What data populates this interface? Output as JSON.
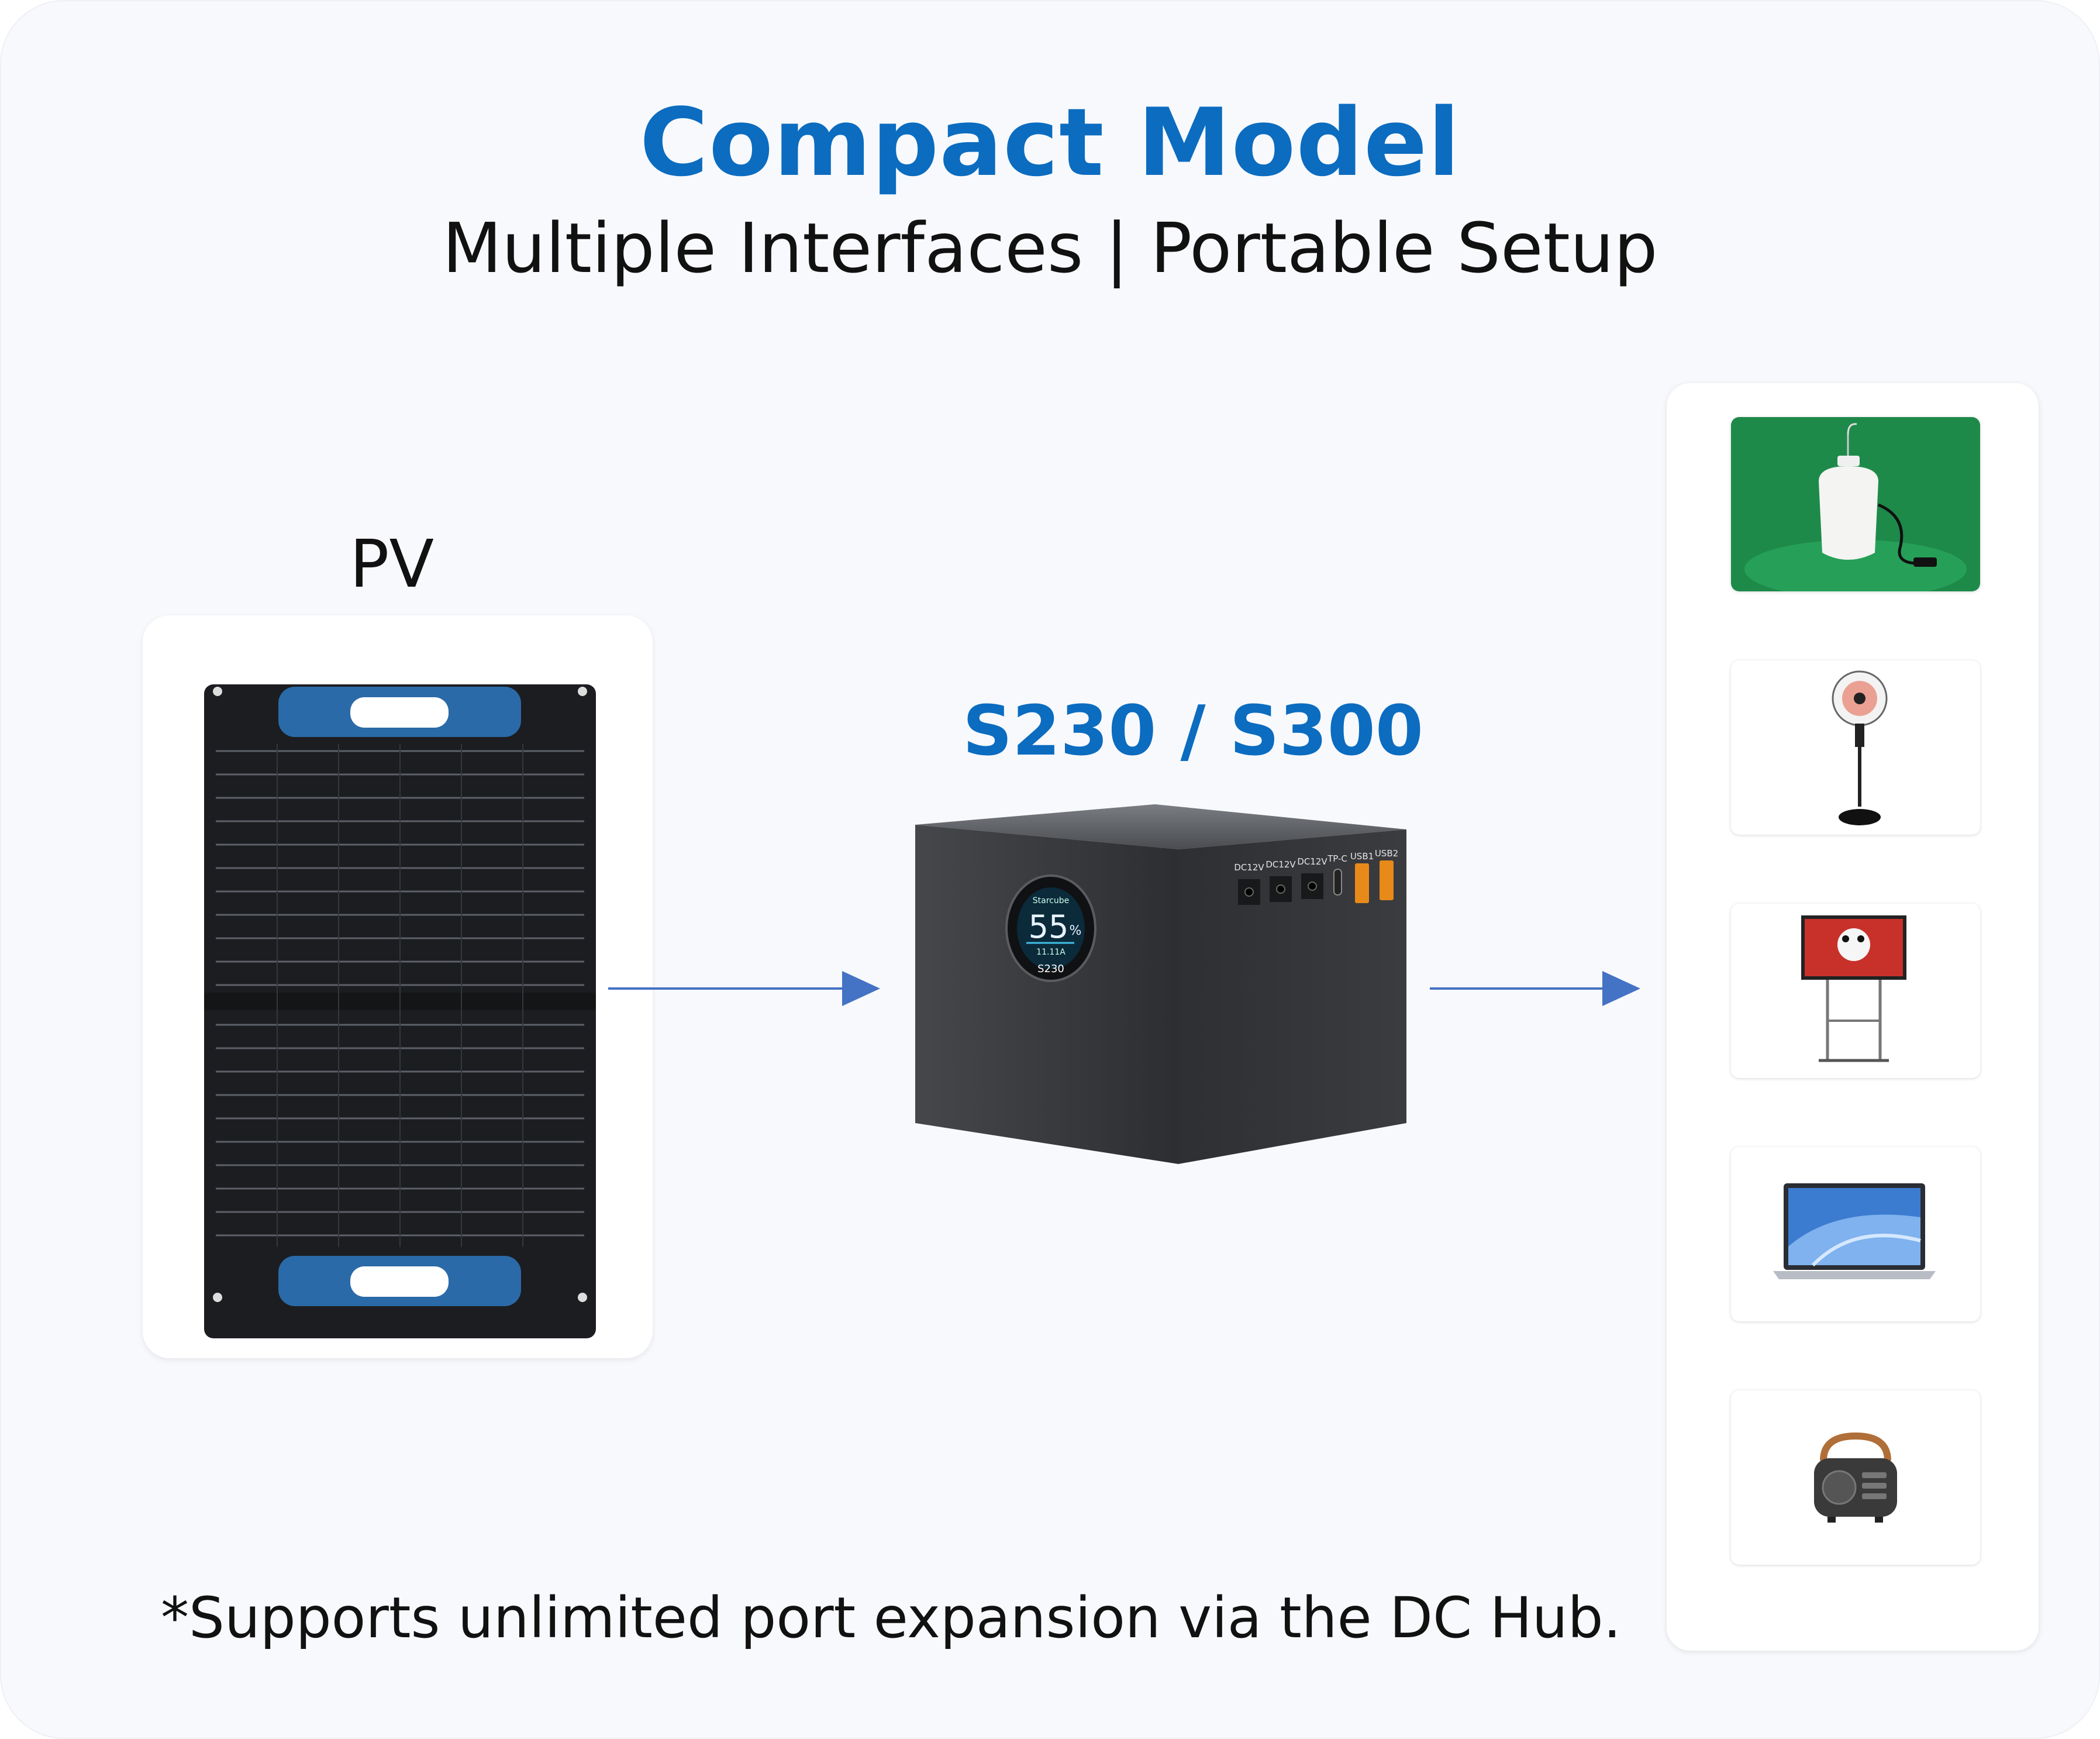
{
  "header": {
    "title": "Compact Model",
    "subtitle": "Multiple Interfaces | Portable Setup"
  },
  "pv": {
    "label": "PV",
    "image": "solar-panel-icon"
  },
  "device": {
    "label": "S230 / S300",
    "image": "power-station-icon",
    "ports": [
      "DC12V",
      "DC12V",
      "DC12V",
      "TP-C",
      "USB1",
      "USB2"
    ],
    "screen": {
      "brand": "Starcube",
      "percent": "55",
      "percent_unit": "%",
      "current": "11.11A",
      "model": "S230"
    }
  },
  "loads": [
    {
      "name": "bulb",
      "icon": "lightbulb-icon"
    },
    {
      "name": "fan",
      "icon": "standing-fan-icon"
    },
    {
      "name": "tv",
      "icon": "tv-stand-icon"
    },
    {
      "name": "laptop",
      "icon": "laptop-icon"
    },
    {
      "name": "speaker",
      "icon": "radio-speaker-icon"
    }
  ],
  "footnote": "*Supports unlimited port expansion via the DC Hub.",
  "colors": {
    "brand_blue": "#0b6cc0",
    "arrow": "#4472c4",
    "text": "#111111",
    "card_bg": "#f8f9fc"
  }
}
